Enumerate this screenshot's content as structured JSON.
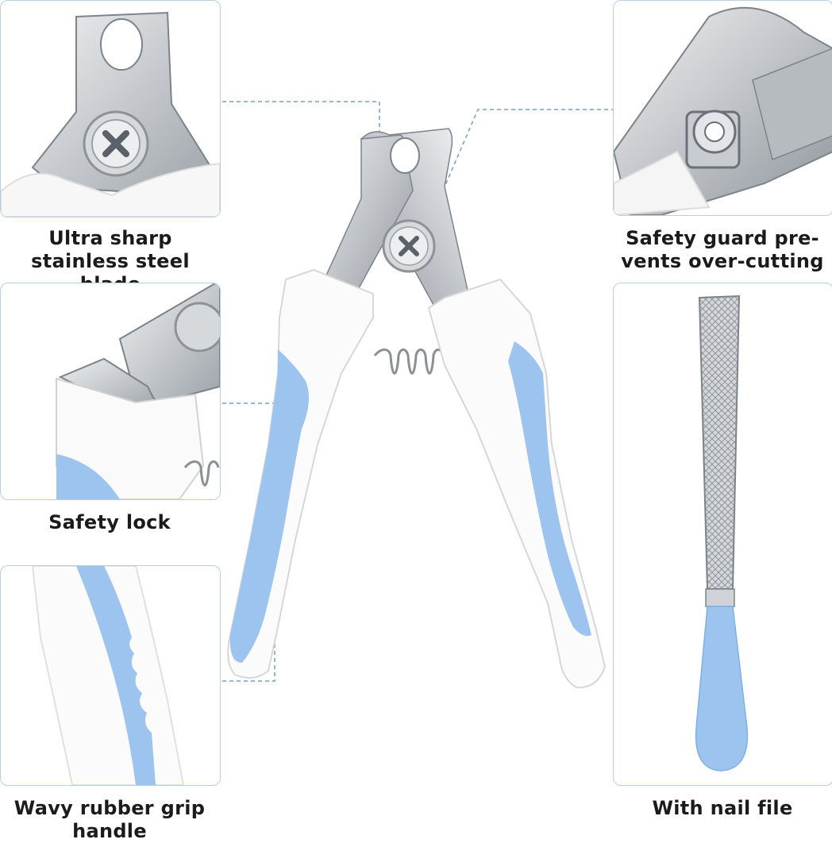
{
  "features": {
    "blade": "Ultra sharp stainless steel blade",
    "guard_line1": "Safety guard pre-",
    "guard_line2": "vents over-cutting",
    "lock": "Safety lock",
    "grip_line1": "Wavy rubber grip",
    "grip_line2": "handle",
    "file": "With nail file"
  },
  "colors": {
    "accent_blue": "#9cc4ee",
    "steel": "#c9ccd0",
    "handle_white": "#fbfbfb",
    "frame": "#b9cfe4",
    "leader_line": "#6f9fcf"
  }
}
